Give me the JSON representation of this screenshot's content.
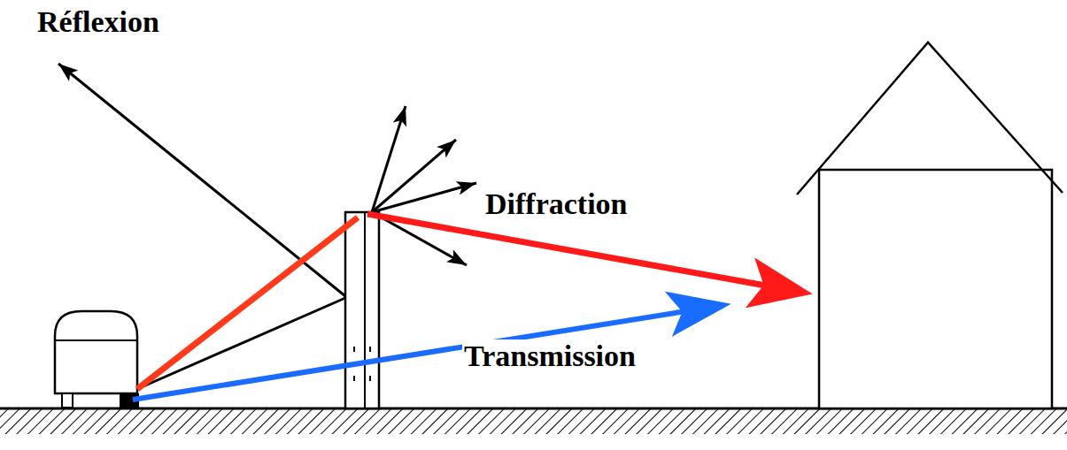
{
  "diagram": {
    "labels": [
      "Réflexion",
      "Diffraction",
      "Transmission"
    ]
  }
}
